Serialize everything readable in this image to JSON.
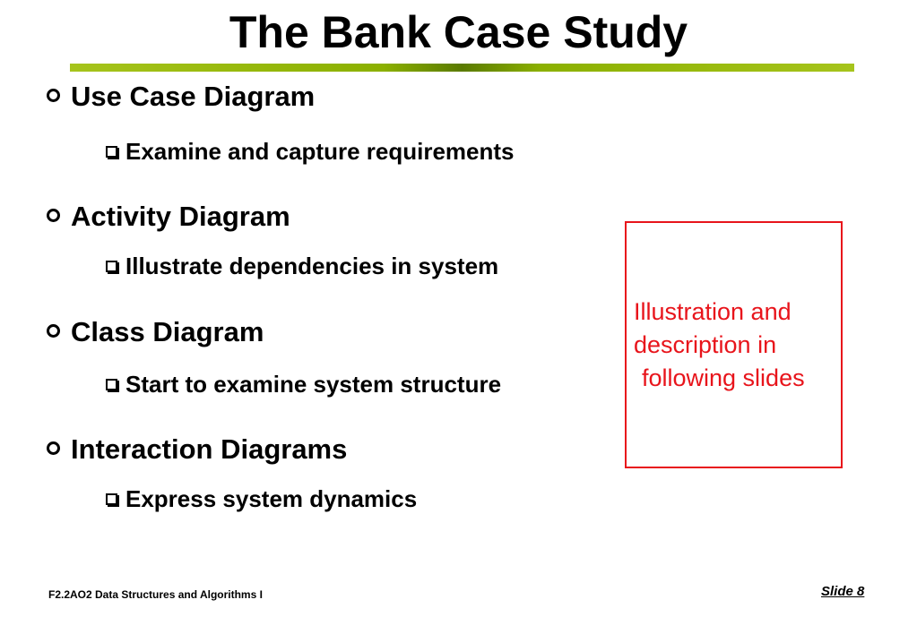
{
  "slide": {
    "title": "The Bank Case Study",
    "bullets": [
      {
        "text": "Use Case Diagram",
        "sub": "Examine and capture requirements"
      },
      {
        "text": "Activity Diagram",
        "sub": "Illustrate dependencies in system"
      },
      {
        "text": "Class Diagram",
        "sub": "Start to examine system structure"
      },
      {
        "text": "Interaction Diagrams",
        "sub": "Express system dynamics"
      }
    ],
    "callout": {
      "lines": [
        "Illustration and",
        "description in",
        "following slides"
      ],
      "color": "#e8141b"
    },
    "footer": {
      "course": "F2.2AO2 Data Structures and Algorithms I",
      "slide_number": "Slide 8"
    },
    "accent_color": "#8bb000"
  }
}
